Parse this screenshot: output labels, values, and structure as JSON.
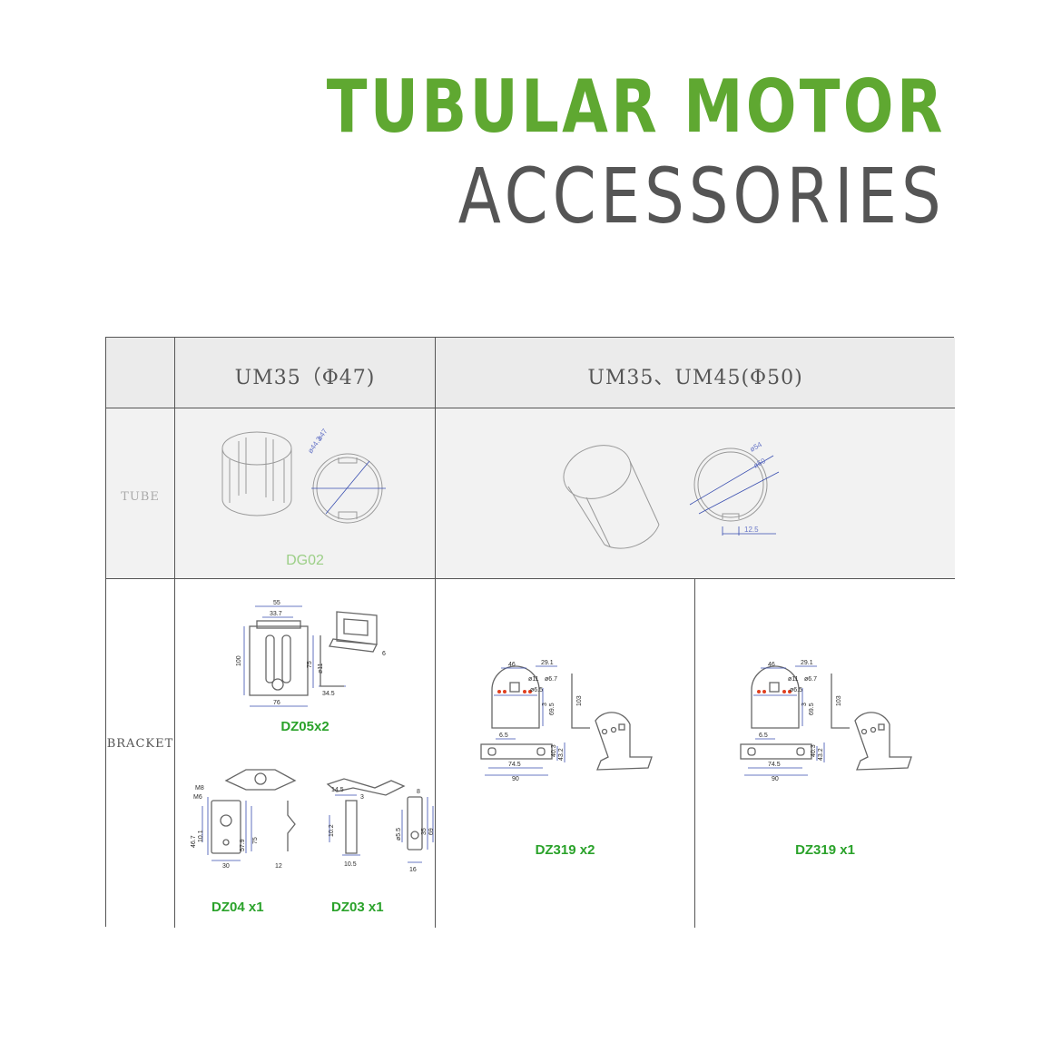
{
  "title": {
    "line1": "TUBULAR MOTOR",
    "line2": "ACCESSORIES"
  },
  "table": {
    "headers": {
      "col_um35": "UM35（Φ47)",
      "col_um35_um45": "UM35、UM45(Φ50)"
    },
    "rows": {
      "tube_label": "TUBE",
      "bracket_label": "BRACKET"
    },
    "parts": {
      "tube_um35": "DG02",
      "bracket_dz05": "DZ05x2",
      "bracket_dz04": "DZ04 x1",
      "bracket_dz03": "DZ03 x1",
      "bracket_dz319_a": "DZ319 x2",
      "bracket_dz319_b": "DZ319  x1"
    },
    "dimensions": {
      "dg02": [
        "ø44.3",
        "ø47"
      ],
      "tube50": [
        "ø54",
        "ø50",
        "12.5"
      ],
      "dz05": [
        "55",
        "33.7",
        "100",
        "75",
        "ø11",
        "76",
        "34.5",
        "6"
      ],
      "dz04": [
        "M8",
        "M6",
        "46.7",
        "10.1",
        "57.9",
        "75",
        "30",
        "12"
      ],
      "dz03": [
        "14.5",
        "3",
        "10.2",
        "10.5",
        "ø5.5",
        "35",
        "69",
        "16",
        "8"
      ],
      "dz319": [
        "46",
        "29.1",
        "ø11",
        "ø6.7",
        "ø6.5",
        "3",
        "69.5",
        "103",
        "6.5",
        "40.3",
        "43.2",
        "74.5",
        "90"
      ]
    }
  },
  "colors": {
    "title_green": "#5fa831",
    "title_gray": "#555555",
    "part_green": "#2aa22a",
    "part_faded": "#9ccf87",
    "dimension_blue": "#3a4fb0"
  }
}
